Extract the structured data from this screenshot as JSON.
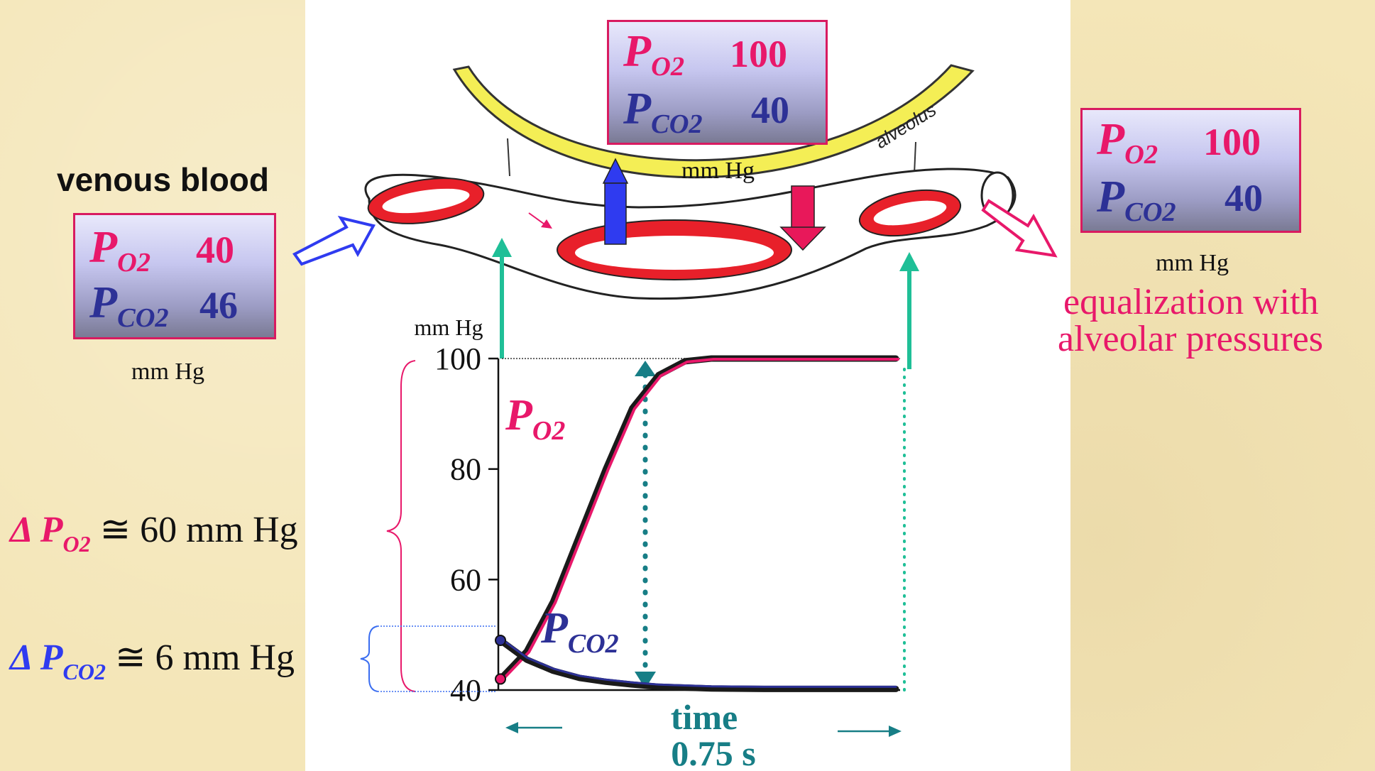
{
  "venous": {
    "label": "venous blood",
    "po2_symbol": "P",
    "po2_sub": "O2",
    "po2_value": "40",
    "pco2_symbol": "P",
    "pco2_sub": "CO2",
    "pco2_value": "46",
    "unit": "mm Hg"
  },
  "alveolar": {
    "po2_symbol": "P",
    "po2_sub": "O2",
    "po2_value": "100",
    "pco2_symbol": "P",
    "pco2_sub": "CO2",
    "pco2_value": "40",
    "unit": "mm Hg",
    "alveolus_label": "alveolus"
  },
  "arterial": {
    "po2_symbol": "P",
    "po2_sub": "O2",
    "po2_value": "100",
    "pco2_symbol": "P",
    "pco2_sub": "CO2",
    "pco2_value": "40",
    "unit": "mm Hg",
    "note_line1": "equalization with",
    "note_line2": "alveolar pressures"
  },
  "deltas": {
    "po2_prefix": "Δ P",
    "po2_sub": "O2",
    "po2_rest": "≅ 60 mm Hg",
    "pco2_prefix": "Δ P",
    "pco2_sub": "CO2",
    "pco2_rest": "≅ 6 mm Hg"
  },
  "chart_data": {
    "type": "line",
    "ylabel": "mm Hg",
    "ylim": [
      40,
      100
    ],
    "yticks": [
      "100",
      "80",
      "60",
      "40"
    ],
    "xlabel": "time",
    "xlabel_value": "0.75 s",
    "series": [
      {
        "name": "PO2",
        "label_symbol": "P",
        "label_sub": "O2",
        "color": "#e8186a",
        "x": [
          0,
          0.05,
          0.1,
          0.15,
          0.2,
          0.25,
          0.3,
          0.35,
          0.4,
          0.5,
          0.75
        ],
        "y": [
          42,
          47,
          56,
          68,
          80,
          91,
          97,
          99.5,
          100,
          100,
          100
        ]
      },
      {
        "name": "PCO2",
        "label_symbol": "P",
        "label_sub": "CO2",
        "color": "#2d3196",
        "x": [
          0,
          0.05,
          0.1,
          0.15,
          0.2,
          0.25,
          0.3,
          0.4,
          0.5,
          0.75
        ],
        "y": [
          49,
          45.5,
          43.5,
          42.2,
          41.5,
          41.0,
          40.6,
          40.3,
          40.2,
          40.2
        ]
      }
    ]
  },
  "colors": {
    "pink": "#e8186a",
    "navy": "#2d3196",
    "teal": "#1fbf97",
    "darkteal": "#177e86",
    "flowblue": "#2f3bf0"
  }
}
